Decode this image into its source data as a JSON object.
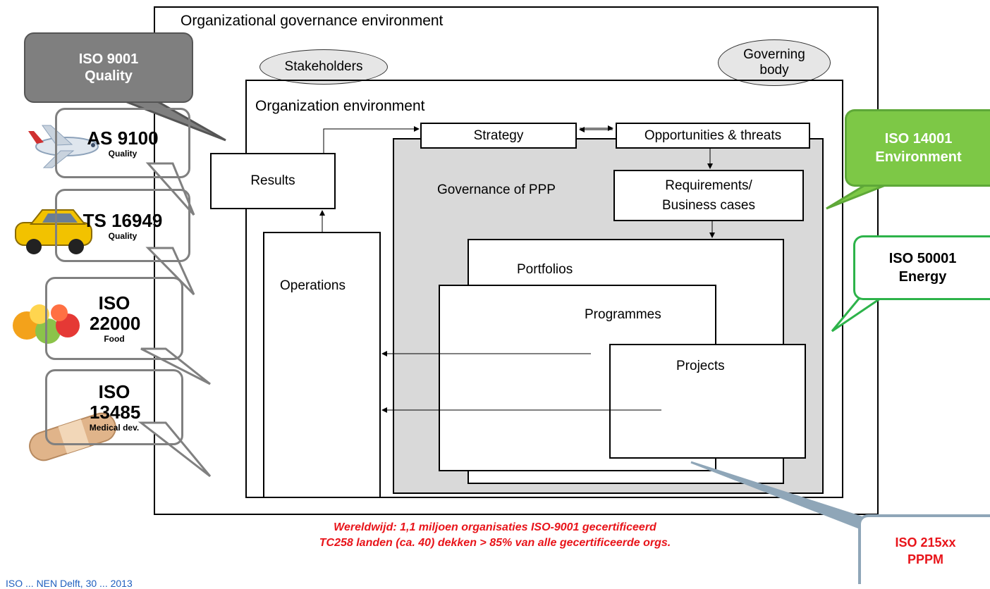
{
  "outer": {
    "label": "Organizational governance environment"
  },
  "stakeholders": "Stakeholders",
  "governing_body": [
    "Governing",
    "body"
  ],
  "org_env": {
    "label": "Organization environment"
  },
  "results": "Results",
  "operations": "Operations",
  "strategy": "Strategy",
  "opportunities": "Opportunities & threats",
  "governance": "Governance of PPP",
  "requirements": [
    "Requirements/",
    "Business cases"
  ],
  "portfolios": "Portfolios",
  "programmes": "Programmes",
  "projects": "Projects",
  "callouts": {
    "iso9001": {
      "title": "ISO 9001",
      "sub": "Quality",
      "color": "#7f7f7f"
    },
    "as9100": {
      "title": "AS 9100",
      "sub": "Quality"
    },
    "ts16949": {
      "title": "TS 16949",
      "sub": "Quality"
    },
    "iso22000": {
      "title": "ISO 22000",
      "sub": "Food"
    },
    "iso13485": {
      "title": "ISO 13485",
      "sub": "Medical dev."
    },
    "iso14001": {
      "title": "ISO 14001",
      "sub": "Environment",
      "color": "#7dc846"
    },
    "iso50001": {
      "title": "ISO 50001",
      "sub": "Energy",
      "color": "#2db34a"
    },
    "iso215xx": {
      "title": "ISO 215xx",
      "sub": "PPPM",
      "color": "#8fa6b8"
    }
  },
  "footnote": {
    "line1": "Wereldwijd: 1,1 miljoen organisaties ISO-9001 gecertificeerd",
    "line2": "TC258 landen (ca. 40) dekken  > 85% van alle gecertificeerde orgs."
  },
  "bottom_text": "ISO ... NEN Delft, 30 ... 2013",
  "colors": {
    "accent_red": "#e8141a",
    "link_blue": "#1f5fbf"
  }
}
